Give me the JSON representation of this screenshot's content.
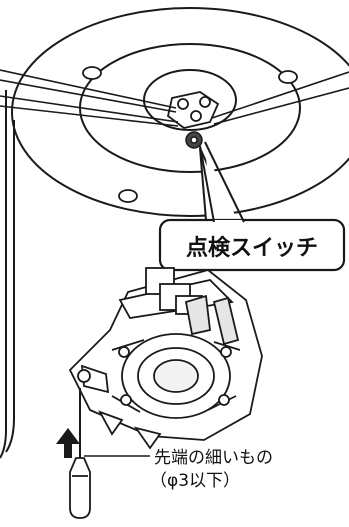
{
  "callout": {
    "label": "点検スイッチ"
  },
  "tool": {
    "line1": "先端の細いもの",
    "line2": "（φ3以下）"
  },
  "icons": {
    "arrow": "arrow-up-icon",
    "screwdriver": "screwdriver-icon"
  }
}
